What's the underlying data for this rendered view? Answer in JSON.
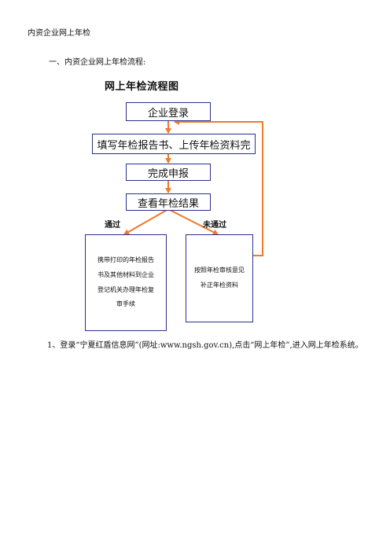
{
  "header": {
    "title": "内资企业网上年检"
  },
  "section": {
    "heading": "一、内资企业网上年检流程:"
  },
  "flowchart": {
    "title": "网上年检流程图",
    "steps": [
      "企业登录",
      "填写年检报告书、上传年检资料完",
      "完成申报",
      "查看年检结果"
    ],
    "branches": {
      "pass": "通过",
      "fail": "未通过"
    },
    "pass_box": [
      "携带打印的年检报告",
      "书及其他材料到企业",
      "登记机关办理年检复",
      "审手续"
    ],
    "fail_box": [
      "按照年检审核意见",
      "补正年检资料"
    ],
    "arrow_color": "#ee7a2a",
    "border_color": "#2a2f8f"
  },
  "paragraph": {
    "text": "1、登录“宁夏红盾信息网”(网址:www.ngsh.gov.cn),点击“网上年检”,进入网上年检系统。"
  }
}
